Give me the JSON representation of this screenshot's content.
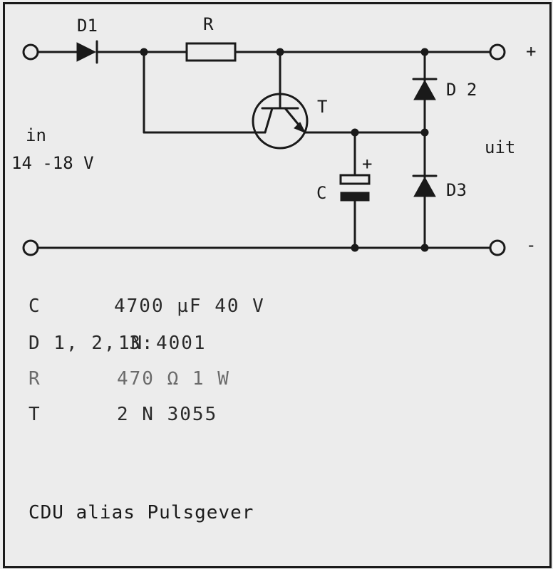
{
  "labels": {
    "d1": "D1",
    "r": "R",
    "t": "T",
    "d2": "D 2",
    "d3": "D3",
    "c": "C",
    "plus_cap": "+",
    "in": "in",
    "in_voltage": "14 -18 V",
    "out": "uit",
    "out_plus": "+",
    "out_minus": "-"
  },
  "parts": [
    {
      "ref": "C",
      "value": "4700 µF 40 V"
    },
    {
      "ref": "D 1, 2, 3:",
      "value": "1N 4001"
    },
    {
      "ref": "R",
      "value": "470 Ω 1 W"
    },
    {
      "ref": "T",
      "value": "2 N 3055"
    }
  ],
  "caption": "CDU alias Pulsgever"
}
